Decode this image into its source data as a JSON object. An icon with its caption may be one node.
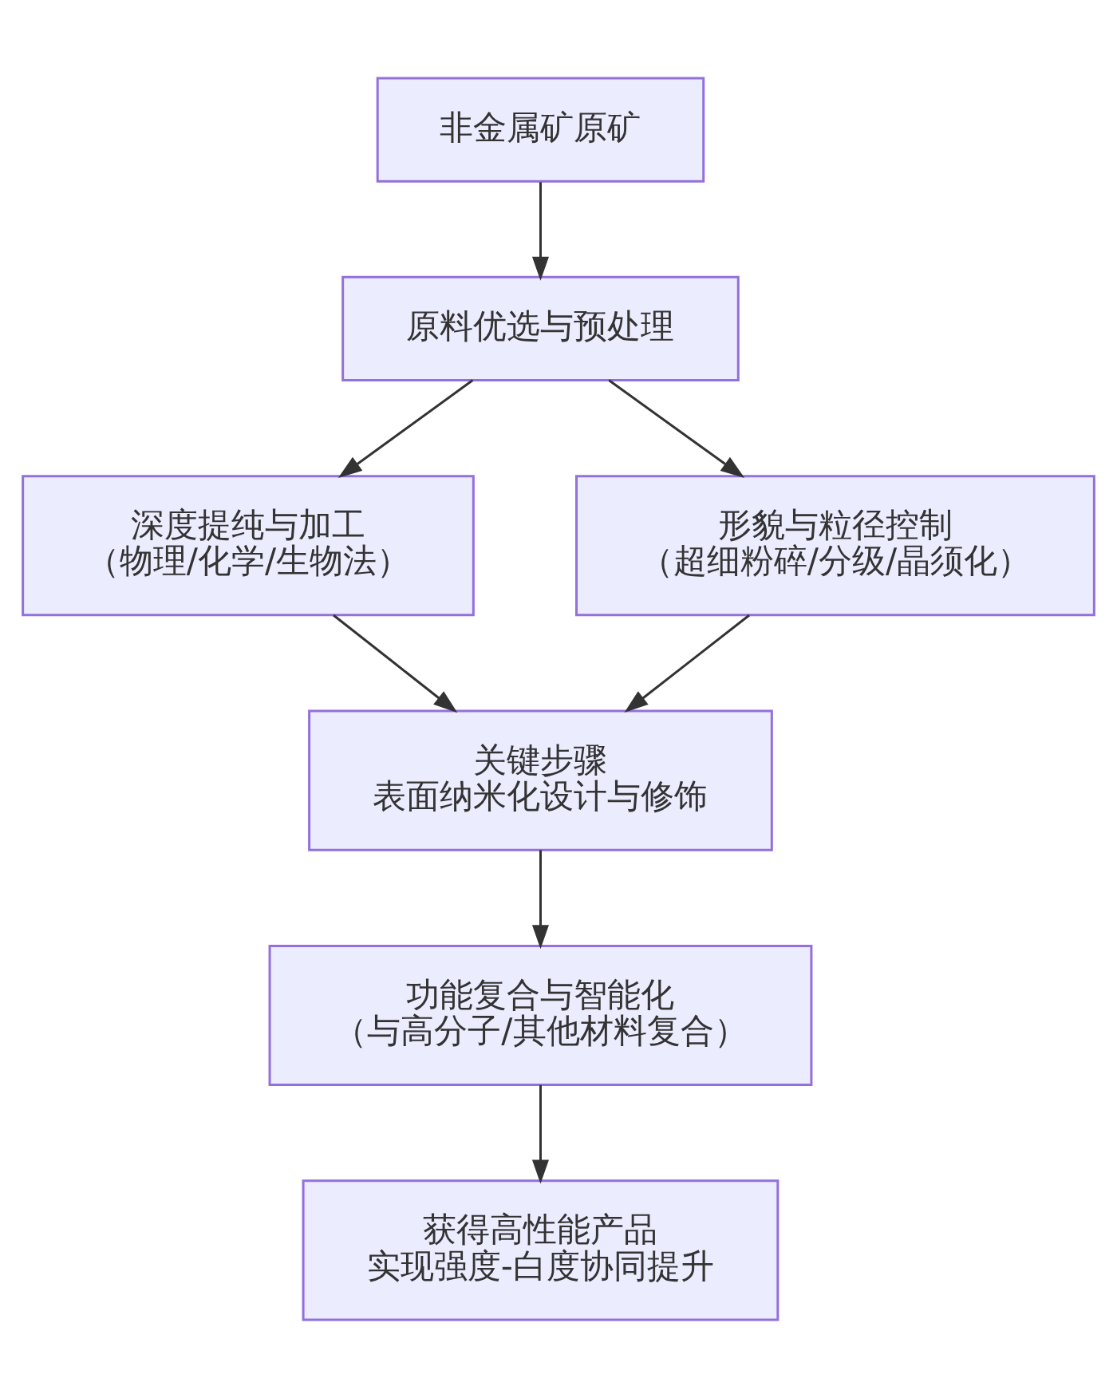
{
  "diagram": {
    "nodes": [
      {
        "text": [
          "非金属矿原矿"
        ]
      },
      {
        "text": [
          "原料优选与预处理"
        ]
      },
      {
        "text": [
          "深度提纯与加工",
          "（物理/化学/生物法）"
        ]
      },
      {
        "text": [
          "形貌与粒径控制",
          "（超细粉碎/分级/晶须化）"
        ]
      },
      {
        "text": [
          "关键步骤",
          "表面纳米化设计与修饰"
        ]
      },
      {
        "text": [
          "功能复合与智能化",
          "（与高分子/其他材料复合）"
        ]
      },
      {
        "text": [
          "获得高性能产品",
          "实现强度-白度协同提升"
        ]
      }
    ],
    "edges": [
      {
        "from": 0,
        "to": 1,
        "arrow": "to"
      },
      {
        "from": 1,
        "to": 2,
        "arrow": "to"
      },
      {
        "from": 1,
        "to": 3,
        "arrow": "to"
      },
      {
        "from": 2,
        "to": 4,
        "arrow": "to"
      },
      {
        "from": 3,
        "to": 4,
        "arrow": "to"
      },
      {
        "from": 4,
        "to": 5,
        "arrow": "to"
      },
      {
        "from": 5,
        "to": 6,
        "arrow": "to"
      }
    ]
  }
}
